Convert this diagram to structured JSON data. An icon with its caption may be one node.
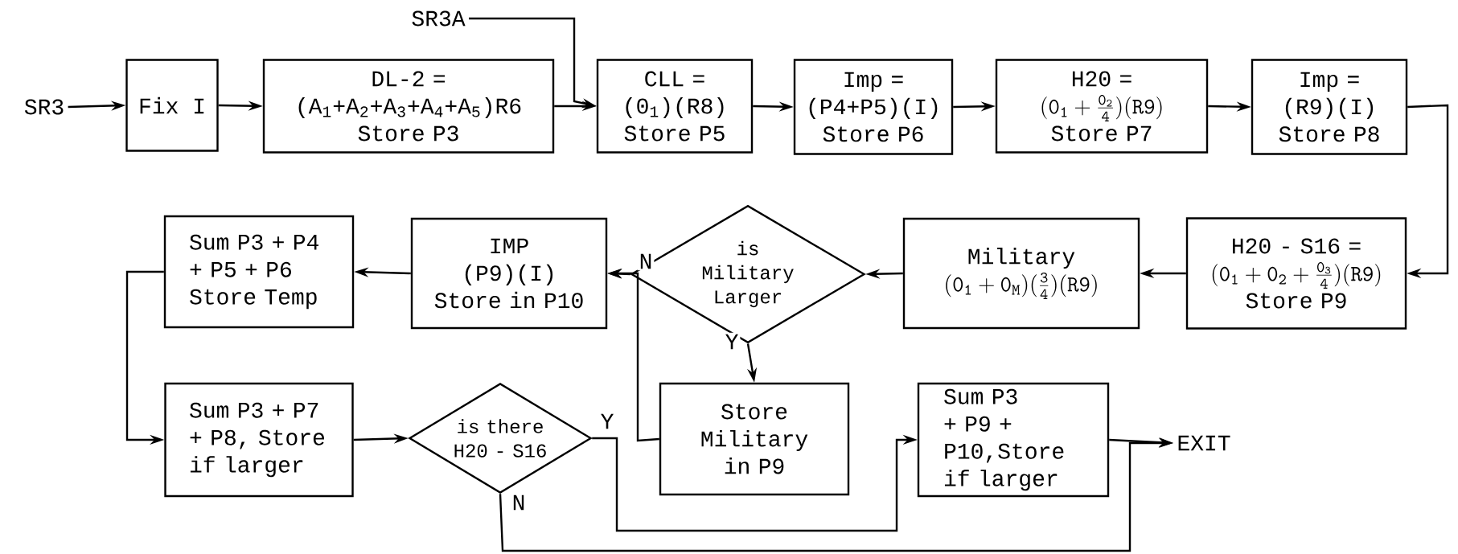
{
  "diagram": {
    "nodes": [
      {
        "text": [
          "SR3"
        ]
      },
      {
        "text": [
          "SR3A"
        ]
      },
      {
        "text": [
          "Fix I"
        ]
      },
      {
        "text": [
          "DL-2 =",
          "(A$_{1}$+A$_{2}$+A$_{3}$+A$_{4}$+A$_{5}$)R6",
          "Store P3"
        ]
      },
      {
        "text": [
          "CLL =",
          "(0$_{1}$)(R8)",
          "Store P5"
        ]
      },
      {
        "text": [
          "Imp =",
          "(P4+P5)(I)",
          "Store P6"
        ]
      },
      {
        "text": [
          "H20 =",
          "\\mathtt{(0_1+\\frac{0_2}{4})(R9)}",
          "Store P7"
        ]
      },
      {
        "text": [
          "Imp =",
          "(R9)(I)",
          "Store P8"
        ]
      },
      {
        "text": [
          "H20 - S16 =",
          "\\mathtt{(0_1+0_2+\\frac{0_3}{4})(R9)}",
          "Store P9"
        ]
      },
      {
        "text": [
          "Military",
          "\\mathtt{(0_1+0_M)(\\frac{3}{4})(R9)}"
        ]
      },
      {
        "text": [
          "is Military Larger"
        ]
      },
      {
        "text": [
          "IMP",
          "(P9)(I)",
          "Store in P10"
        ]
      },
      {
        "text": [
          "Sum P3 + P4 + P5 + P6",
          "Store Temp"
        ]
      },
      {
        "text": [
          "Sum P3 + P7 + P8, Store if larger"
        ]
      },
      {
        "text": [
          "is there H20 - S16"
        ]
      },
      {
        "text": [
          "Store Military in P9"
        ]
      },
      {
        "text": [
          "Sum P3 + P9 + P10,Store if larger"
        ]
      },
      {
        "text": [
          "EXIT"
        ]
      }
    ],
    "edges": [
      {
        "from": 0,
        "to": 2,
        "arrow": "to"
      },
      {
        "from": 2,
        "to": 3,
        "arrow": "to"
      },
      {
        "from": 1,
        "to": 4,
        "arrow": "to"
      },
      {
        "from": 3,
        "to": 4,
        "arrow": "to"
      },
      {
        "from": 4,
        "to": 5,
        "arrow": "to"
      },
      {
        "from": 5,
        "to": 6,
        "arrow": "to"
      },
      {
        "from": 6,
        "to": 7,
        "arrow": "to"
      },
      {
        "from": 7,
        "to": 8,
        "arrow": "to"
      },
      {
        "from": 8,
        "to": 9,
        "arrow": "to"
      },
      {
        "from": 9,
        "to": 10,
        "arrow": "to"
      },
      {
        "from": 10,
        "to": 11,
        "arrow": "to",
        "label": "N"
      },
      {
        "from": 10,
        "to": 15,
        "arrow": "to",
        "label": "Y"
      },
      {
        "from": 15,
        "to": 11,
        "arrow": "to"
      },
      {
        "from": 11,
        "to": 12,
        "arrow": "to"
      },
      {
        "from": 12,
        "to": 13,
        "arrow": "to"
      },
      {
        "from": 13,
        "to": 14,
        "arrow": "to"
      },
      {
        "from": 14,
        "to": 16,
        "arrow": "to",
        "label": "Y"
      },
      {
        "from": 14,
        "to": 17,
        "arrow": "to",
        "label": "N"
      },
      {
        "from": 16,
        "to": 17,
        "arrow": "to"
      }
    ]
  }
}
